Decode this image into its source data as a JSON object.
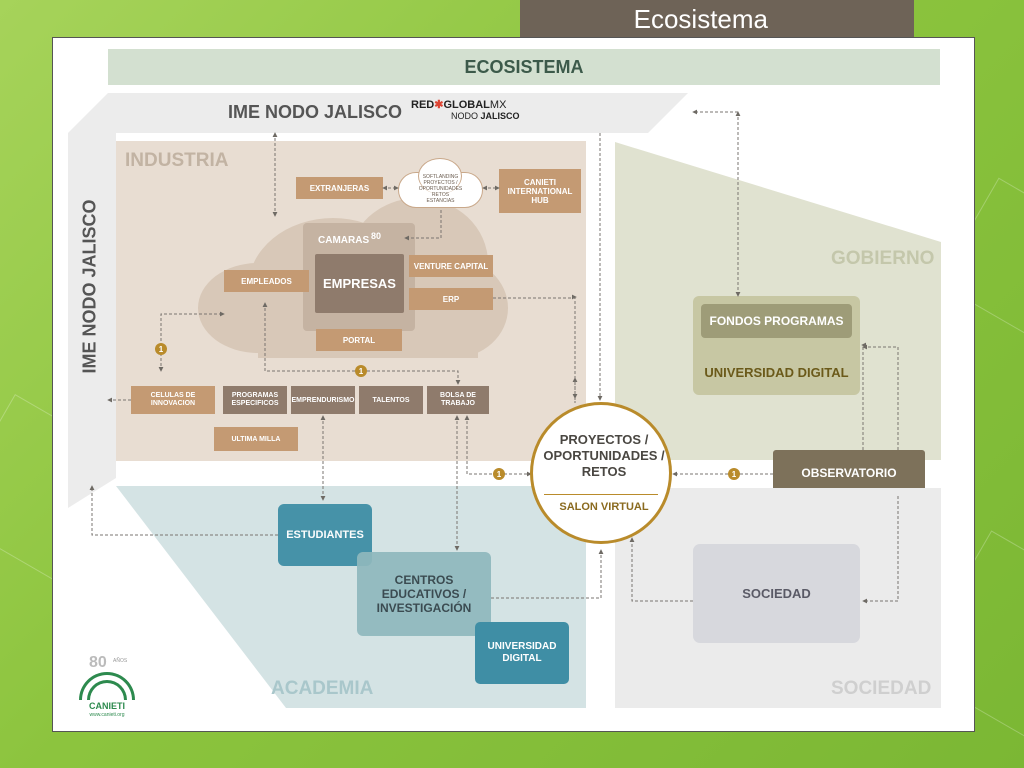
{
  "slide_title": "Ecosistema",
  "banner": "ECOSISTEMA",
  "ime_top": "IME NODO JALISCO",
  "ime_side": "IME NODO JALISCO",
  "red_global": {
    "red": "RED",
    "global": "GLOBAL",
    "mx": "MX",
    "nodo": "NODO",
    "jalisco": "JALISCO"
  },
  "sectors": {
    "industria": "INDUSTRIA",
    "gobierno": "GOBIERNO",
    "academia": "ACADEMIA",
    "sociedad": "SOCIEDAD"
  },
  "industria": {
    "extranjeras": "EXTRANJERAS",
    "cloud": [
      "SOFTLANDING",
      "PROYECTOS / OPORTUNIDADES",
      "RETOS",
      "ESTANCIAS"
    ],
    "canieti_hub": "CANIETI INTERNATIONAL HUB",
    "camaras": "CAMARAS",
    "empresas": "EMPRESAS",
    "empleados": "EMPLEADOS",
    "venture_capital": "VENTURE CAPITAL",
    "erp": "ERP",
    "portal": "PORTAL",
    "celulas": "CELULAS DE INNOVACION",
    "programas": "PROGRAMAS ESPECIFICOS",
    "emprendurismo": "EMPRENDURISMO",
    "talentos": "TALENTOS",
    "bolsa": "BOLSA DE TRABAJO",
    "ultima_milla": "ULTIMA MILLA"
  },
  "gobierno": {
    "fondos": "FONDOS PROGRAMAS",
    "universidad": "UNIVERSIDAD DIGITAL"
  },
  "observatorio": "OBSERVATORIO",
  "center": {
    "line1": "PROYECTOS /",
    "line2": "OPORTUNIDADES /",
    "line3": "RETOS",
    "sub": "SALON VIRTUAL"
  },
  "academia": {
    "estudiantes": "ESTUDIANTES",
    "centros": [
      "CENTROS",
      "EDUCATIVOS /",
      "INVESTIGACIÓN"
    ],
    "universidad": [
      "UNIVERSIDAD",
      "DIGITAL"
    ]
  },
  "sociedad_box": "SOCIEDAD",
  "badge": "1",
  "logo": {
    "years": "80",
    "anos": "AÑOS",
    "name": "CANIETI",
    "url": "www.canieti.org"
  },
  "colors": {
    "banner_bg": "#d3e0d0",
    "banner_text": "#3c5a4a",
    "industria_bg": "#e8ddd2",
    "gobierno_bg": "#e0e2d0",
    "academia_bg": "#d4e3e4",
    "sociedad_bg": "#ebebeb",
    "gold": "#b98b2b",
    "teal": "#3f8ea5",
    "logo_green": "#2d8a4e"
  }
}
